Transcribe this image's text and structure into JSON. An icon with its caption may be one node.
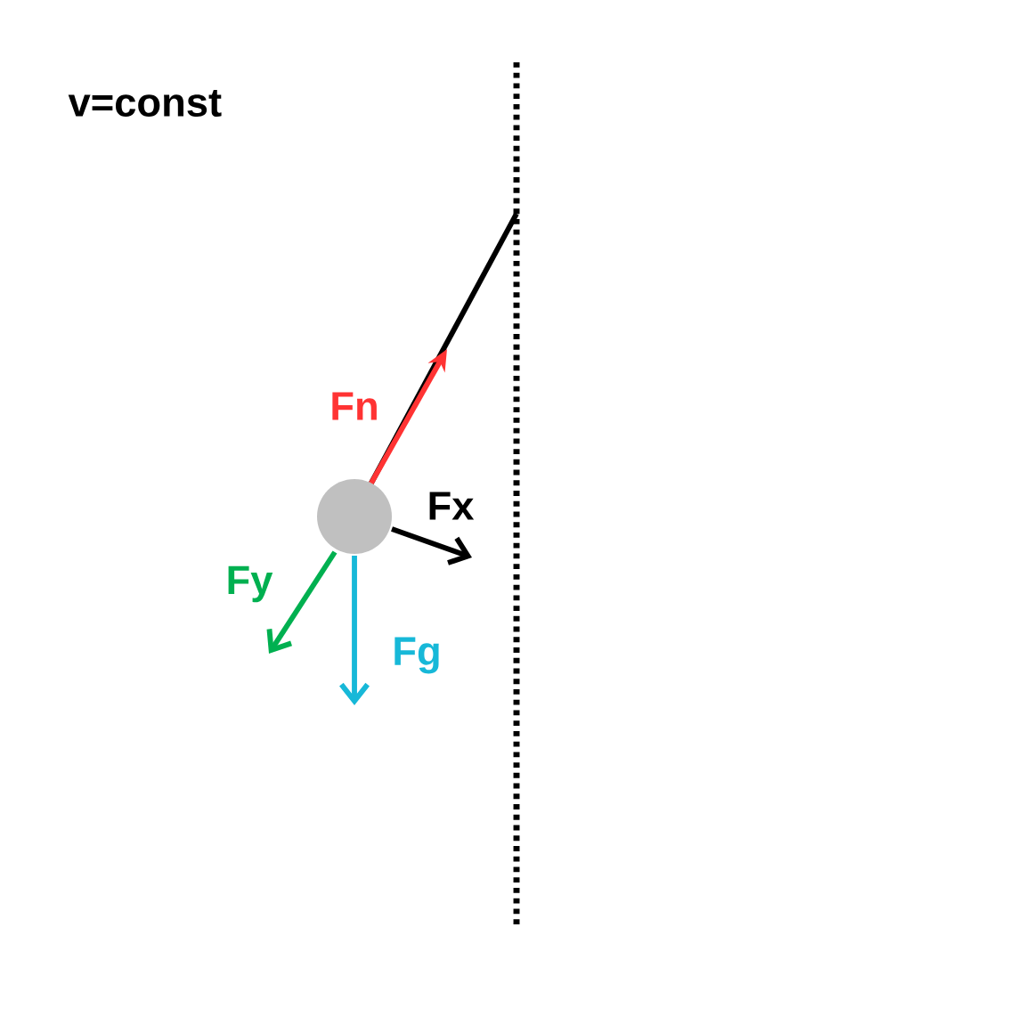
{
  "diagram": {
    "labels": [
      "v=const",
      "Fn",
      "Fx",
      "Fy",
      "Fg"
    ]
  }
}
